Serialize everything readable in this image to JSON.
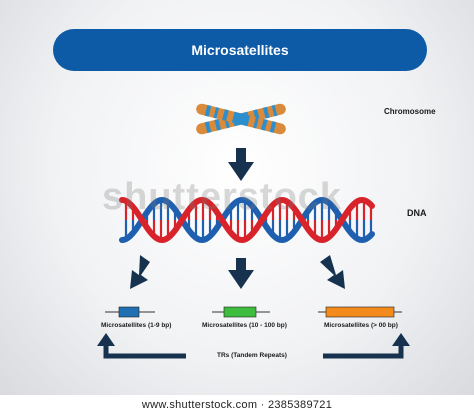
{
  "title": "Microsatellites",
  "labels": {
    "chromosome": "Chromosome",
    "dna": "DNA"
  },
  "microsatellites": [
    {
      "label": "Microsatellites (1-9 bp)",
      "color": "#1f6fb2"
    },
    {
      "label": "Microsatellites (10 - 100 bp)",
      "color": "#3ebc3e"
    },
    {
      "label": "Microsatellites (> 00 bp)",
      "color": "#f28a1c"
    }
  ],
  "tandem_repeats": "TRs (Tandem Repeats)",
  "watermark": "shutterstock",
  "footer": "www.shutterstock.com · 2385389721",
  "colors": {
    "banner": "#0d5aa6",
    "arrow": "#16324f",
    "dna_red": "#d8232a",
    "dna_blue": "#1f5fb0",
    "chromosome_body": "#d98a3a",
    "chromosome_band": "#2b8fcf"
  }
}
